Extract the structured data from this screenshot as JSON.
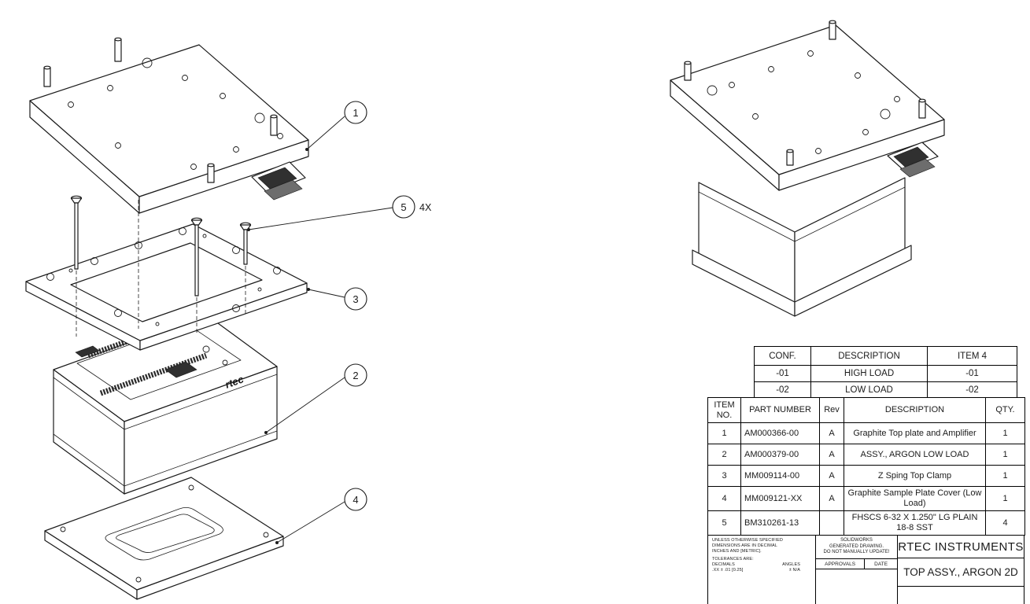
{
  "drawing": {
    "balloons": [
      {
        "label": "1",
        "suffix": ""
      },
      {
        "label": "5",
        "suffix": "4X"
      },
      {
        "label": "3",
        "suffix": ""
      },
      {
        "label": "2",
        "suffix": ""
      },
      {
        "label": "4",
        "suffix": ""
      }
    ],
    "logo_text": "rtec"
  },
  "config_table": {
    "headers": [
      "CONF.",
      "DESCRIPTION",
      "ITEM 4"
    ],
    "rows": [
      [
        "-01",
        "HIGH LOAD",
        "-01"
      ],
      [
        "-02",
        "LOW LOAD",
        "-02"
      ]
    ]
  },
  "bom_table": {
    "headers": [
      "ITEM NO.",
      "PART NUMBER",
      "Rev",
      "DESCRIPTION",
      "QTY."
    ],
    "rows": [
      [
        "1",
        "AM000366-00",
        "A",
        "Graphite Top plate and Amplifier",
        "1"
      ],
      [
        "2",
        "AM000379-00",
        "A",
        "ASSY., ARGON LOW LOAD",
        "1"
      ],
      [
        "3",
        "MM009114-00",
        "A",
        "Z Sping Top Clamp",
        "1"
      ],
      [
        "4",
        "MM009121-XX",
        "A",
        "Graphite Sample Plate Cover (Low Load)",
        "1"
      ],
      [
        "5",
        "BM310261-13",
        "",
        "FHSCS 6-32 X 1.250\" LG PLAIN 18-8 SST",
        "4"
      ]
    ]
  },
  "title_block": {
    "tolerance_notes": {
      "line1": "UNLESS OTHERWISE SPECIFIED",
      "line2": "DIMENSIONS ARE IN DECIMAL",
      "line3": "INCHES AND [METRIC].",
      "tolerances_label": "TOLERANCES ARE:",
      "decimals_label": "DECIMALS",
      "angles_label": "ANGLES",
      "decimals_value": ".XX ± .01 [0.25]",
      "angles_value": "± N/A"
    },
    "solidworks_note": {
      "line1": "SOLIDWORKS",
      "line2": "GENERATED DRAWING.",
      "line3": "DO NOT MANUALLY UPDATE!"
    },
    "approvals_label": "APPROVALS",
    "date_label": "DATE",
    "company": "RTEC INSTRUMENTS",
    "drawing_title": "TOP ASSY., ARGON 2D"
  }
}
